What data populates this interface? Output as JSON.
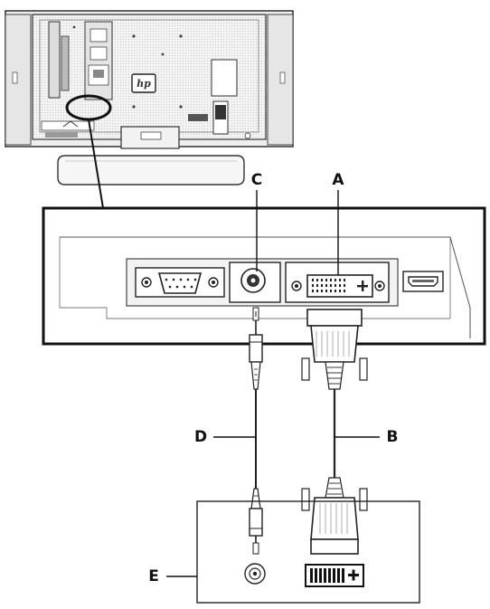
{
  "callouts": {
    "a": "A",
    "b": "B",
    "c": "C",
    "d": "D",
    "e": "E"
  },
  "monitor_logo": "hp"
}
